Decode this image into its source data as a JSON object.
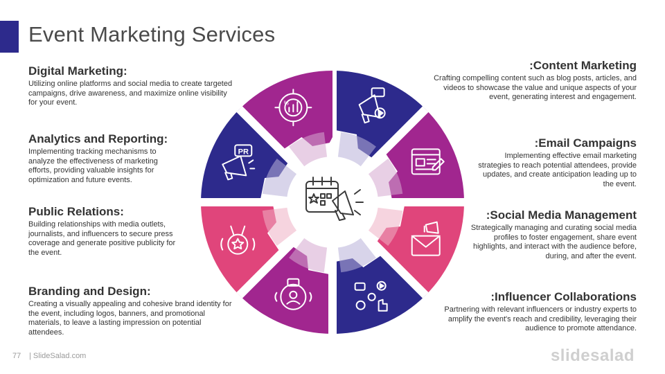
{
  "title": "Event Marketing Services",
  "left_items": [
    {
      "heading": "Digital Marketing:",
      "text": "Utilizing online platforms and social media to create targeted campaigns, drive awareness, and maximize online visibility for your event."
    },
    {
      "heading": "Analytics and Reporting:",
      "text": "Implementing tracking mechanisms to analyze the effectiveness of marketing efforts, providing valuable insights for optimization and future events."
    },
    {
      "heading": "Public Relations:",
      "text": "Building relationships with media outlets, journalists, and influencers to secure press coverage and generate positive publicity for the event."
    },
    {
      "heading": "Branding and Design:",
      "text": "Creating a visually appealing and cohesive brand identity for the event, including logos, banners, and promotional materials, to leave a lasting impression on potential attendees."
    }
  ],
  "right_items": [
    {
      "heading": ":Content Marketing",
      "text": "Crafting compelling content such as blog posts, articles, and videos to showcase the value and unique aspects of your event, generating interest and engagement."
    },
    {
      "heading": ":Email Campaigns",
      "text": "Implementing effective email marketing strategies to reach potential attendees, provide updates, and create anticipation leading up to the event."
    },
    {
      "heading": ":Social Media Management",
      "text": "Strategically managing and curating social media profiles to foster engagement, share event highlights, and interact with the audience before, during, and after the event."
    },
    {
      "heading": ":Influencer Collaborations",
      "text": "Partnering with relevant influencers or industry experts to amplify the event's reach and credibility, leveraging their audience to promote attendance."
    }
  ],
  "wheel": {
    "segments": [
      {
        "icon": "megaphone-play-icon",
        "color": "#2d2a8c",
        "text": ""
      },
      {
        "icon": "web-content-icon",
        "color": "#a1268f",
        "text": ""
      },
      {
        "icon": "email-icon",
        "color": "#e0457b",
        "text": ""
      },
      {
        "icon": "social-media-icon",
        "color": "#2d2a8c",
        "text": ""
      },
      {
        "icon": "influencer-icon",
        "color": "#a1268f",
        "text": ""
      },
      {
        "icon": "award-badge-icon",
        "color": "#e0457b",
        "text": ""
      },
      {
        "icon": "pr-megaphone-icon",
        "color": "#2d2a8c",
        "text": ""
      },
      {
        "icon": "analytics-icon",
        "color": "#a1268f",
        "text": "%"
      }
    ],
    "pr_label": "PR",
    "center_icon": "calendar-megaphone-icon"
  },
  "colors": {
    "indigo": "#2d2a8c",
    "purple": "#a1268f",
    "pink": "#e0457b"
  },
  "footer": {
    "page_number": "77",
    "source": "| SlideSalad.com",
    "brand": "slidesalad"
  }
}
